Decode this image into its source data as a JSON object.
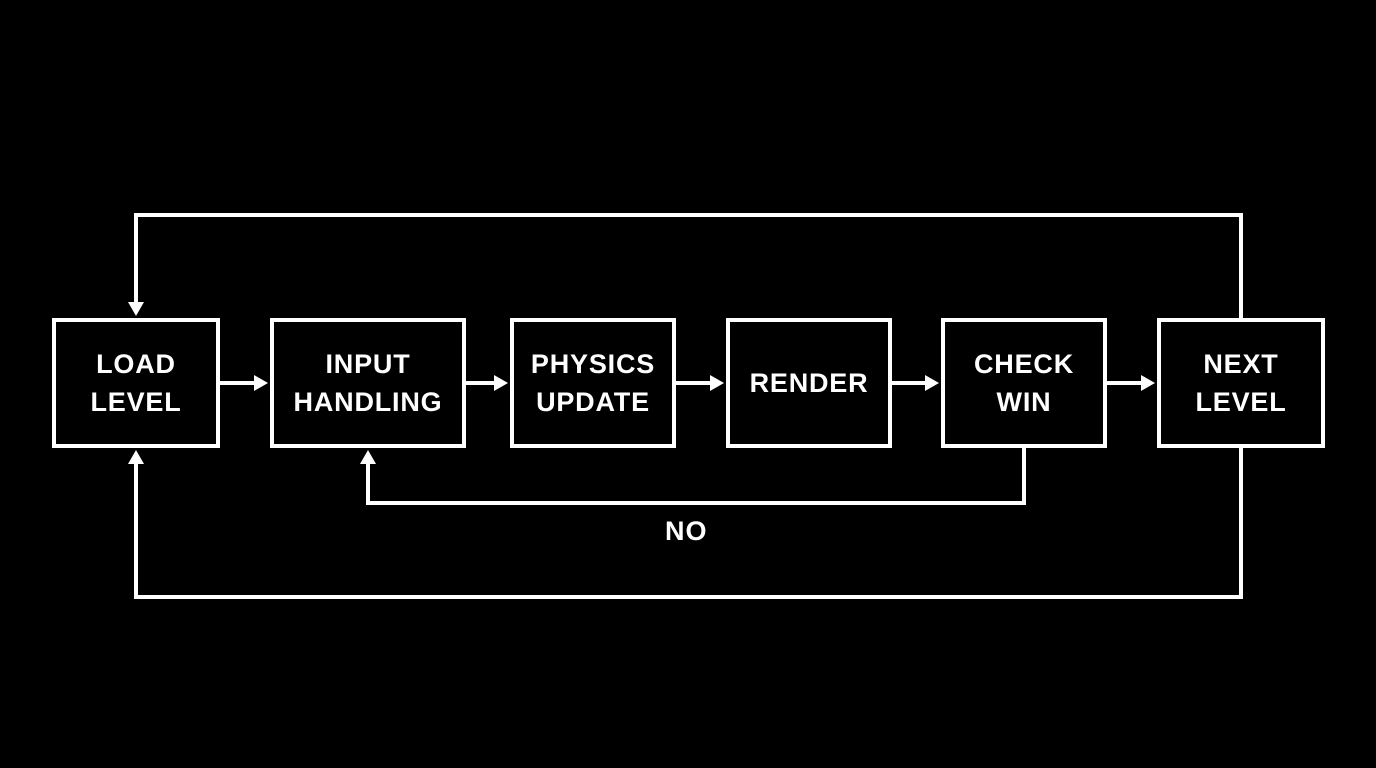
{
  "diagram": {
    "type": "flowchart",
    "colors": {
      "background": "#000000",
      "stroke": "#ffffff",
      "text": "#ffffff"
    },
    "nodes": [
      {
        "id": "load-level",
        "label": "LOAD\nLEVEL"
      },
      {
        "id": "input-handling",
        "label": "INPUT\nHANDLING"
      },
      {
        "id": "physics-update",
        "label": "PHYSICS\nUPDATE"
      },
      {
        "id": "render",
        "label": "RENDER"
      },
      {
        "id": "check-win",
        "label": "CHECK\nWIN"
      },
      {
        "id": "next-level",
        "label": "NEXT\nLEVEL"
      }
    ],
    "edges": [
      {
        "from": "load-level",
        "to": "input-handling",
        "label": ""
      },
      {
        "from": "input-handling",
        "to": "physics-update",
        "label": ""
      },
      {
        "from": "physics-update",
        "to": "render",
        "label": ""
      },
      {
        "from": "render",
        "to": "check-win",
        "label": ""
      },
      {
        "from": "check-win",
        "to": "next-level",
        "label": ""
      },
      {
        "from": "check-win",
        "to": "input-handling",
        "label": "NO",
        "route": "bottom-inner-loop"
      },
      {
        "from": "next-level",
        "to": "load-level",
        "label": "",
        "route": "top-outer-loop"
      },
      {
        "from": "next-level",
        "to": "load-level",
        "label": "",
        "route": "bottom-outer-loop"
      }
    ]
  }
}
